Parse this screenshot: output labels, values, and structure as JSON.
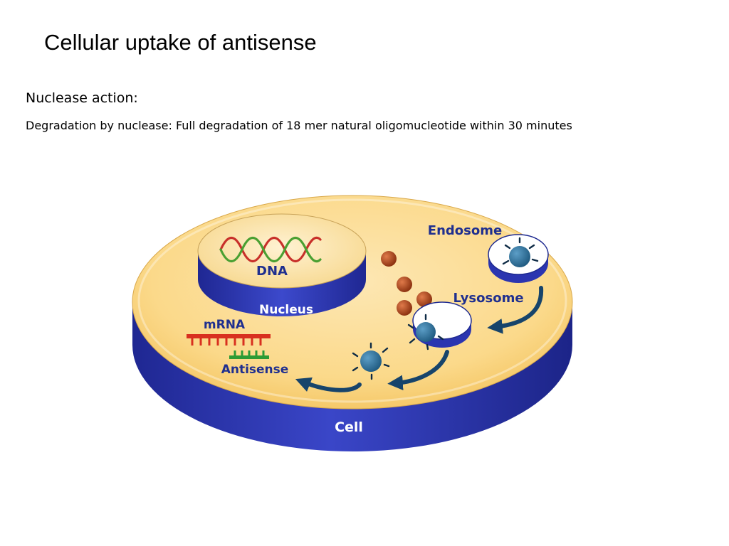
{
  "slide": {
    "title": "Cellular uptake of antisense",
    "subheading": "Nuclease action:",
    "body": "Degradation by nuclease: Full degradation of 18 mer natural oligomucleotide within 30 minutes"
  },
  "diagram": {
    "labels": {
      "dna": "DNA",
      "nucleus": "Nucleus",
      "endosome": "Endosome",
      "lysosome": "Lysosome",
      "mrna": "mRNA",
      "antisense": "Antisense",
      "cell": "Cell"
    },
    "colors": {
      "cell_side": "#2b35b0",
      "cell_top": "#fbd98a",
      "label_text": "#1f2f8f",
      "nucleus_label": "#ffffff",
      "particle": "#b3471c",
      "arrow": "#17446b",
      "mrna": "#d8301f",
      "antisense_strand": "#2d9b35",
      "dna_red": "#c8302a",
      "dna_green": "#4aa032"
    }
  }
}
